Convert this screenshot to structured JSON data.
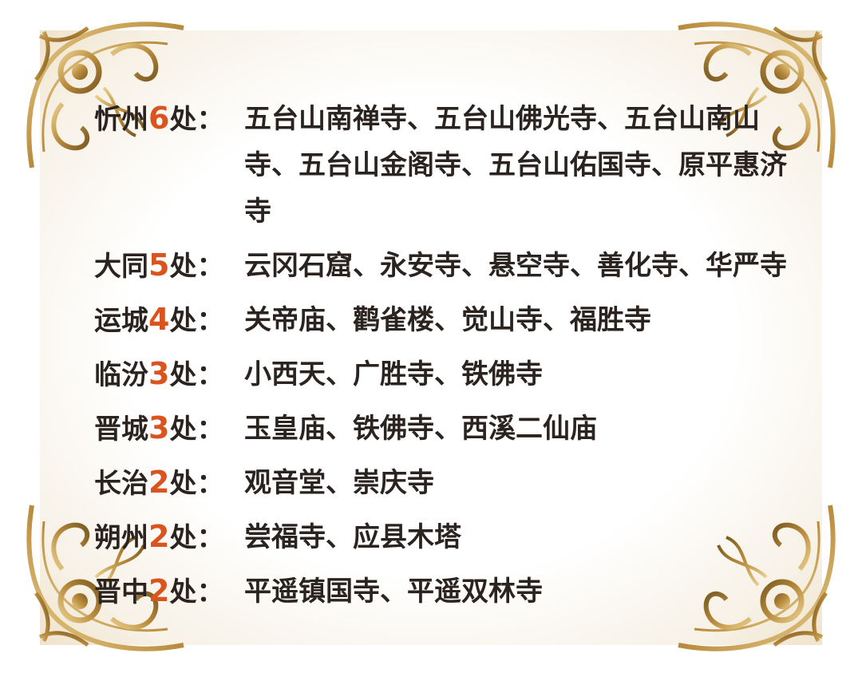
{
  "colors": {
    "text": "#2a2320",
    "number_accent": "#d9541e",
    "gold": "#c8a25a",
    "gold_dark": "#8a6a2e"
  },
  "ornament": "gold-baroque-corner-frame",
  "entries": [
    {
      "city": "忻州",
      "count": "6",
      "unit": "处：",
      "sites": "五台山南禅寺、五台山佛光寺、五台山南山寺、五台山金阁寺、五台山佑国寺、原平惠济寺"
    },
    {
      "city": "大同",
      "count": "5",
      "unit": "处：",
      "sites": "云冈石窟、永安寺、悬空寺、善化寺、华严寺"
    },
    {
      "city": "运城",
      "count": "4",
      "unit": "处：",
      "sites": "关帝庙、鹳雀楼、觉山寺、福胜寺"
    },
    {
      "city": "临汾",
      "count": "3",
      "unit": "处：",
      "sites": "小西天、广胜寺、铁佛寺"
    },
    {
      "city": "晋城",
      "count": "3",
      "unit": "处：",
      "sites": "玉皇庙、铁佛寺、西溪二仙庙"
    },
    {
      "city": "长治",
      "count": "2",
      "unit": "处：",
      "sites": "观音堂、崇庆寺"
    },
    {
      "city": "朔州",
      "count": "2",
      "unit": "处：",
      "sites": "尝福寺、应县木塔"
    },
    {
      "city": "晋中",
      "count": "2",
      "unit": "处：",
      "sites": "平遥镇国寺、平遥双林寺"
    }
  ]
}
